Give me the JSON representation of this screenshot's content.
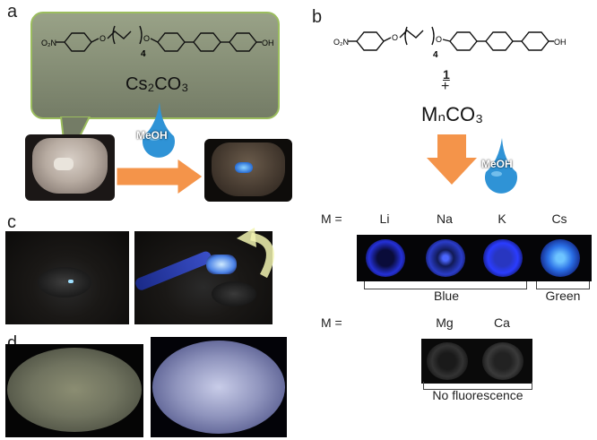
{
  "panels": {
    "a": "a",
    "b": "b",
    "c": "c",
    "d": "d"
  },
  "molecule": {
    "nitro": "O₂N",
    "oxygen": "O",
    "hydroxyl": "OH",
    "repeat": "4"
  },
  "panel_a": {
    "reagent": "Cs₂CO₃",
    "solvent": "MeOH"
  },
  "panel_b": {
    "compound_number": "1",
    "plus": "+",
    "reagent": "MₙCO₃",
    "solvent": "MeOH",
    "row1_prefix": "M =",
    "row1_metals": [
      "Li",
      "Na",
      "K",
      "Cs"
    ],
    "row2_prefix": "M =",
    "row2_metals": [
      "Mg",
      "Ca"
    ],
    "blue_label": "Blue",
    "green_label": "Green",
    "none_label": "No fluorescence"
  },
  "colors": {
    "arrow": "#f4944a",
    "drop": "#2f93d6",
    "callout_border": "#9bbd5e",
    "blue_emission": "#2a3cff",
    "green_emission": "#49a8ff"
  }
}
